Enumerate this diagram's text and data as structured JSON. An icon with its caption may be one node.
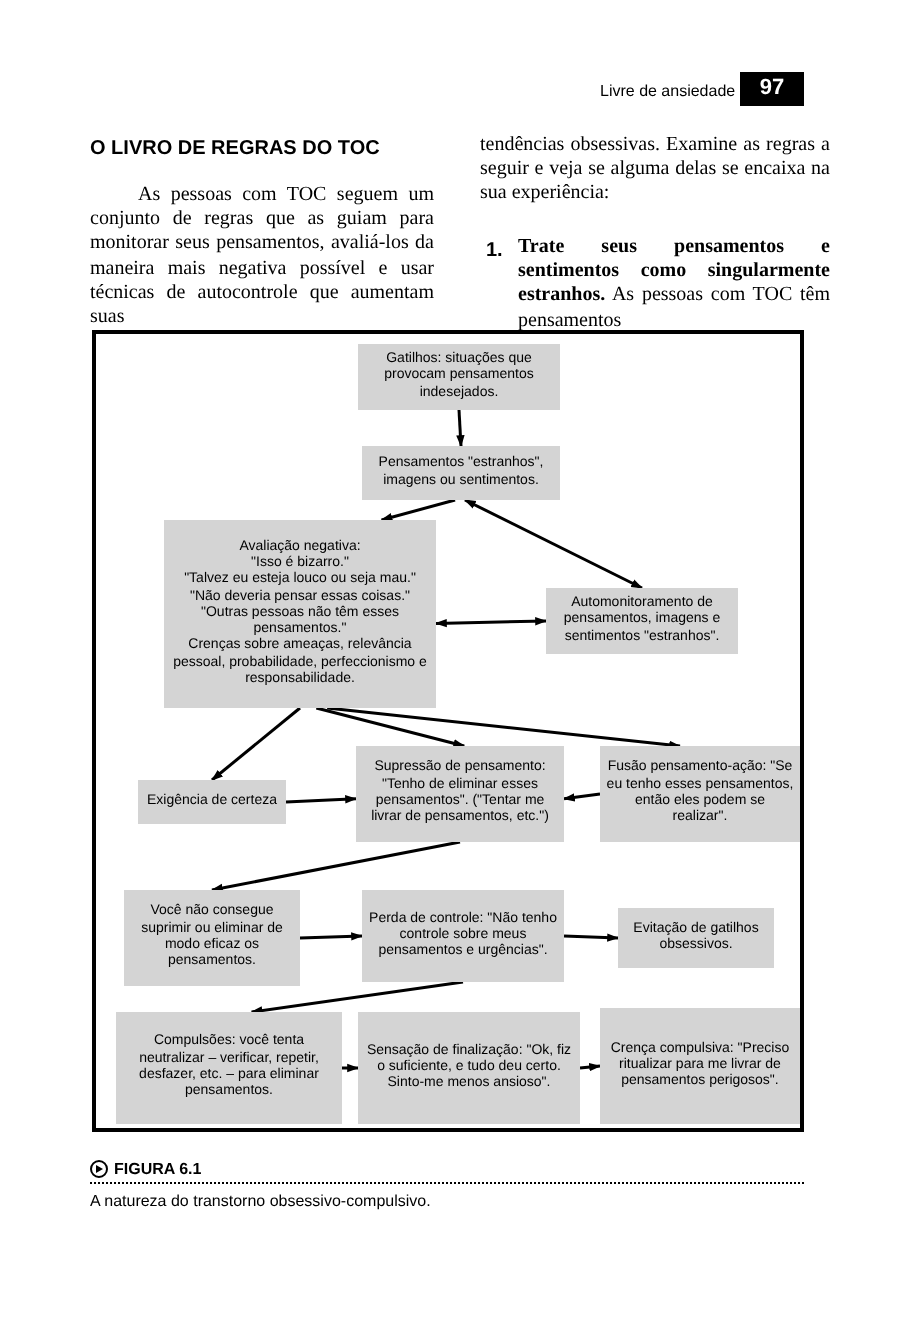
{
  "diagram": {
    "caption": "A natureza do transtorno obsessivo-compulsivo.",
    "nodes": [
      {
        "text": [
          "Gatilhos: situações que provocam pensamentos indesejados."
        ]
      },
      {
        "text": [
          "Pensamentos \"estranhos\", imagens ou sentimentos."
        ]
      },
      {
        "text": [
          "Avaliação negativa:",
          "\"Isso é bizarro.\"",
          "\"Talvez eu esteja louco ou seja mau.\"",
          "\"Não deveria pensar essas coisas.\"",
          "\"Outras pessoas não têm esses pensamentos.\"",
          "Crenças sobre ameaças, relevância pessoal, probabilidade, perfeccionismo e responsabilidade."
        ]
      },
      {
        "text": [
          "Automonitoramento de pensamentos, imagens e sentimentos \"estranhos\"."
        ]
      },
      {
        "text": [
          "Exigência de certeza"
        ]
      },
      {
        "text": [
          "Supressão de pensamento: \"Tenho de eliminar esses pensamentos\". (\"Tentar me livrar de pensamentos, etc.\")"
        ]
      },
      {
        "text": [
          "Fusão pensamento-ação: \"Se eu tenho esses pensamentos, então eles podem se realizar\"."
        ]
      },
      {
        "text": [
          "Você não consegue suprimir ou eliminar de modo eficaz os pensamentos."
        ]
      },
      {
        "text": [
          "Perda de controle: \"Não tenho controle sobre meus pensamentos e urgências\"."
        ]
      },
      {
        "text": [
          "Evitação de gatilhos obsessivos."
        ]
      },
      {
        "text": [
          "Compulsões: você tenta neutralizar – verificar, repetir, desfazer, etc. – para eliminar pensamentos."
        ]
      },
      {
        "text": [
          "Sensação de finalização: \"Ok, fiz o suficiente, e tudo deu certo. Sinto-me menos ansioso\"."
        ]
      },
      {
        "text": [
          "Crença compulsiva: \"Preciso ritualizar para me livrar de pensamentos perigosos\"."
        ]
      }
    ],
    "edges": [
      {
        "from": 0,
        "to": 1,
        "arrow": "to"
      },
      {
        "from": 1,
        "to": 2,
        "arrow": "to"
      },
      {
        "from": 1,
        "to": 3,
        "arrow": "both"
      },
      {
        "from": 2,
        "to": 3,
        "arrow": "both"
      },
      {
        "from": 2,
        "to": 4,
        "arrow": "to"
      },
      {
        "from": 2,
        "to": 5,
        "arrow": "to"
      },
      {
        "from": 2,
        "to": 6,
        "arrow": "to"
      },
      {
        "from": 4,
        "to": 5,
        "arrow": "to"
      },
      {
        "from": 6,
        "to": 5,
        "arrow": "to"
      },
      {
        "from": 5,
        "to": 7,
        "arrow": "to"
      },
      {
        "from": 7,
        "to": 8,
        "arrow": "to"
      },
      {
        "from": 8,
        "to": 9,
        "arrow": "to"
      },
      {
        "from": 8,
        "to": 10,
        "arrow": "to"
      },
      {
        "from": 10,
        "to": 11,
        "arrow": "to"
      },
      {
        "from": 11,
        "to": 12,
        "arrow": "to"
      }
    ],
    "labels": [
      "Livre de ansiedade",
      "97",
      "O LIVRO DE REGRAS DO TOC",
      "As pessoas com TOC seguem um conjunto de regras que as guiam para monitorar seus pensamentos, avaliá-los da maneira mais negativa possível e usar técnicas de autocontrole que aumentam suas",
      "tendências obsessivas. Examine as regras a seguir e veja se alguma delas se encaixa na sua experiência:",
      "1.",
      "**Trate seus pensamentos e sentimentos como singularmente estranhos.** As pessoas com TOC têm pensamentos",
      "FIGURA 6.1"
    ]
  }
}
